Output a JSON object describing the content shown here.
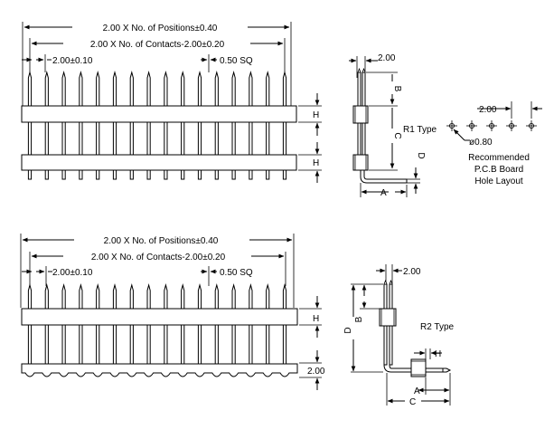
{
  "top": {
    "dim_positions": "2.00 X No. of Positions±0.40",
    "dim_contacts": "2.00 X No. of Contacts-2.00±0.20",
    "dim_pitch": "2.00±0.10",
    "dim_sq": "0.50 SQ",
    "h_upper": "H",
    "h_lower": "H",
    "side_pitch": "2.00",
    "side_b": "B",
    "side_c": "C",
    "side_d": "D",
    "side_a": "A",
    "type": "R1 Type",
    "pcb_pitch": "2.00",
    "pcb_dia": "ø0.80",
    "pcb_caption_1": "Recommended",
    "pcb_caption_2": "P.C.B Board",
    "pcb_caption_3": "Hole Layout"
  },
  "bottom": {
    "dim_positions": "2.00 X No. of Positions±0.40",
    "dim_contacts": "2.00 X No. of Contacts-2.00±0.20",
    "dim_pitch": "2.00±0.10",
    "dim_sq": "0.50 SQ",
    "h_label": "H",
    "row_gap": "2.00",
    "side_pitch": "2.00",
    "side_b": "B",
    "side_d": "D",
    "side_h": "H",
    "side_a": "A",
    "side_c": "C",
    "type": "R2 Type"
  }
}
